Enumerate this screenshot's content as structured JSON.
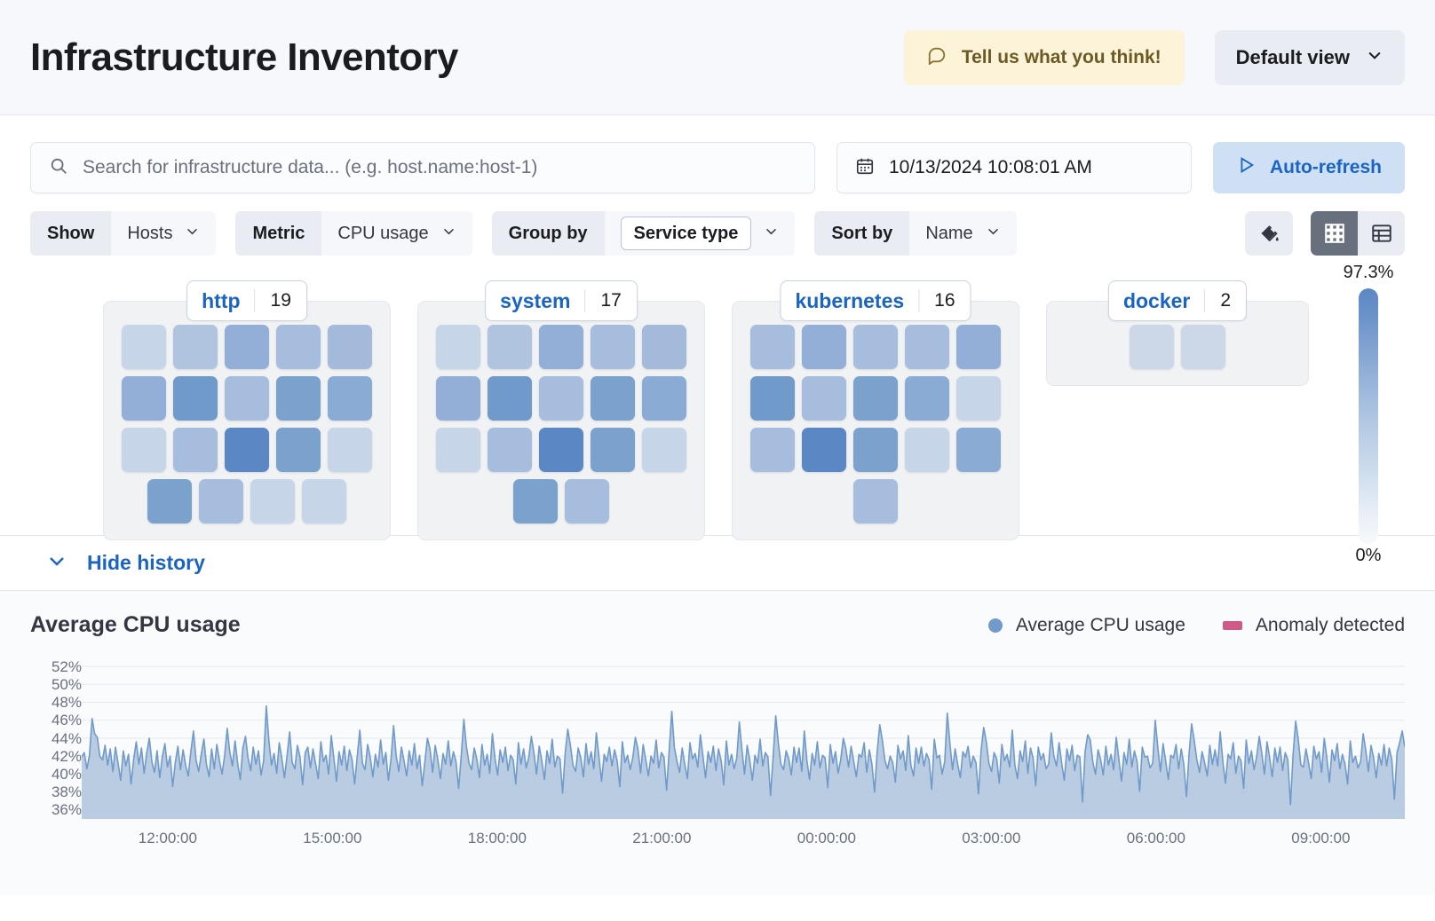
{
  "header": {
    "title": "Infrastructure Inventory",
    "feedback_label": "Tell us what you think!",
    "feedback_icon": "comment-icon",
    "view_label": "Default view",
    "view_icon": "chevron-down-icon"
  },
  "search": {
    "placeholder": "Search for infrastructure data... (e.g. host.name:host-1)",
    "icon": "search-icon"
  },
  "datepicker": {
    "value": "10/13/2024 10:08:01 AM",
    "icon": "calendar-icon"
  },
  "refresh": {
    "label": "Auto-refresh",
    "icon": "play-icon"
  },
  "filters": [
    {
      "label": "Show",
      "value": "Hosts",
      "pill": false,
      "icon": "chevron-down-icon"
    },
    {
      "label": "Metric",
      "value": "CPU usage",
      "pill": false,
      "icon": "chevron-down-icon"
    },
    {
      "label": "Group by",
      "value": "Service type",
      "pill": true,
      "icon": "chevron-down-icon"
    },
    {
      "label": "Sort by",
      "value": "Name",
      "pill": false,
      "icon": "chevron-down-icon"
    }
  ],
  "view_controls": {
    "palette_icon": "paint-bucket-icon",
    "grid_icon": "grid-view-icon",
    "table_icon": "table-view-icon",
    "active": "grid"
  },
  "legend_scale": {
    "max": "97.3%",
    "min": "0%"
  },
  "groups": [
    {
      "name": "http",
      "count": "19",
      "rows": [
        [
          "#c6d5e8",
          "#b0c4e0",
          "#93afd7",
          "#a7bddd",
          "#a3badb"
        ],
        [
          "#93afd7",
          "#6f9ac9",
          "#a7bddd",
          "#7ba2cd",
          "#8aabd3"
        ],
        [
          "#c6d5e8",
          "#a7bddd",
          "#5b87c4",
          "#7ba2cd",
          "#c6d5e8"
        ],
        [
          "#7ba2cd",
          "#a7bddd",
          "#c6d5e8",
          "#c6d5e8"
        ]
      ]
    },
    {
      "name": "system",
      "count": "17",
      "rows": [
        [
          "#c6d5e8",
          "#b0c4e0",
          "#93afd7",
          "#a7bddd",
          "#a3badb"
        ],
        [
          "#93afd7",
          "#6f9ac9",
          "#a7bddd",
          "#7ba2cd",
          "#8aabd3"
        ],
        [
          "#c6d5e8",
          "#a7bddd",
          "#5b87c4",
          "#7ba2cd",
          "#c6d5e8"
        ],
        [
          "#7ba2cd",
          "#a7bddd"
        ]
      ]
    },
    {
      "name": "kubernetes",
      "count": "16",
      "rows": [
        [
          "#a7bddd",
          "#93afd7",
          "#a7bddd",
          "#a7bddd",
          "#93afd7"
        ],
        [
          "#6f9ac9",
          "#a7bddd",
          "#7ba2cd",
          "#8aabd3",
          "#c6d5e8"
        ],
        [
          "#a7bddd",
          "#5b87c4",
          "#7ba2cd",
          "#c6d5e8",
          "#8aabd3"
        ],
        [
          "#a7bddd"
        ]
      ]
    },
    {
      "name": "docker",
      "count": "2",
      "rows": [
        [
          "#ccd8e8",
          "#ccd8e8"
        ]
      ]
    }
  ],
  "history": {
    "toggle_label": "Hide history",
    "toggle_icon": "chevron-down-icon"
  },
  "chart_data": {
    "type": "area",
    "title": "Average CPU usage",
    "xlabel": "",
    "ylabel": "",
    "ylim": [
      35,
      53
    ],
    "grid": true,
    "legend_position": "top-right",
    "legend": [
      {
        "name": "Average CPU usage",
        "color": "#6f9ac9",
        "marker": "dot"
      },
      {
        "name": "Anomaly detected",
        "color": "#d05a87",
        "marker": "rect"
      }
    ],
    "yticks": [
      "52%",
      "50%",
      "48%",
      "46%",
      "44%",
      "42%",
      "40%",
      "38%",
      "36%"
    ],
    "ytick_values": [
      52,
      50,
      48,
      46,
      44,
      42,
      40,
      38,
      36
    ],
    "xticks": [
      "12:00:00",
      "15:00:00",
      "18:00:00",
      "21:00:00",
      "00:00:00",
      "03:00:00",
      "06:00:00",
      "09:00:00"
    ],
    "series": [
      {
        "name": "Average CPU usage",
        "color": "#6f9ac9",
        "values": [
          41.9,
          42.4,
          40.6,
          42.1,
          46.2,
          44.5,
          44.1,
          42.0,
          41.6,
          43.2,
          41.0,
          42.8,
          40.3,
          43.0,
          41.2,
          39.3,
          42.6,
          40.9,
          42.2,
          38.9,
          41.7,
          43.6,
          41.1,
          42.9,
          40.1,
          42.3,
          44.0,
          41.4,
          40.2,
          42.6,
          39.6,
          41.9,
          43.4,
          40.8,
          42.0,
          38.6,
          41.3,
          43.1,
          40.5,
          42.7,
          41.0,
          39.8,
          42.5,
          44.8,
          41.6,
          40.3,
          42.2,
          43.9,
          41.1,
          39.7,
          42.8,
          40.6,
          43.3,
          41.5,
          40.0,
          42.1,
          45.1,
          42.4,
          40.9,
          43.7,
          41.2,
          39.4,
          42.9,
          44.2,
          41.8,
          40.4,
          43.0,
          41.1,
          42.6,
          39.9,
          41.5,
          47.6,
          43.8,
          41.0,
          42.3,
          40.1,
          43.5,
          41.7,
          39.6,
          42.0,
          44.7,
          41.3,
          40.6,
          43.2,
          41.9,
          38.8,
          42.4,
          43.0,
          40.7,
          42.8,
          41.1,
          39.5,
          43.6,
          41.4,
          42.1,
          40.0,
          44.3,
          41.8,
          39.2,
          42.5,
          41.0,
          43.1,
          40.4,
          42.7,
          41.6,
          38.9,
          42.0,
          44.9,
          41.2,
          40.5,
          43.3,
          41.9,
          39.7,
          42.2,
          40.8,
          43.8,
          41.1,
          42.4,
          39.3,
          41.7,
          45.4,
          42.0,
          40.3,
          43.0,
          41.5,
          39.8,
          42.6,
          41.0,
          43.4,
          40.6,
          42.1,
          38.7,
          41.3,
          44.0,
          42.8,
          40.2,
          43.2,
          41.6,
          39.5,
          42.3,
          41.1,
          43.7,
          40.9,
          42.5,
          41.4,
          38.4,
          42.0,
          46.1,
          43.1,
          41.2,
          40.5,
          42.9,
          41.7,
          39.6,
          43.3,
          41.0,
          42.2,
          40.1,
          44.5,
          41.8,
          39.9,
          42.7,
          41.3,
          43.0,
          40.4,
          42.1,
          41.6,
          38.9,
          43.5,
          41.1,
          42.8,
          40.7,
          41.9,
          44.2,
          42.3,
          40.0,
          43.1,
          41.5,
          39.4,
          42.6,
          41.2,
          43.9,
          40.8,
          42.0,
          41.7,
          37.9,
          42.4,
          45.0,
          43.2,
          41.0,
          40.3,
          42.9,
          41.8,
          39.7,
          43.4,
          41.1,
          42.5,
          40.6,
          44.6,
          41.9,
          39.2,
          42.2,
          41.4,
          43.0,
          40.9,
          42.7,
          41.5,
          38.6,
          43.6,
          41.3,
          42.1,
          40.5,
          41.8,
          44.1,
          42.8,
          40.1,
          43.3,
          41.6,
          39.8,
          42.0,
          41.2,
          43.8,
          40.7,
          42.4,
          41.9,
          38.2,
          42.6,
          47.0,
          43.0,
          41.4,
          40.2,
          42.9,
          41.1,
          39.5,
          43.5,
          41.7,
          42.3,
          40.8,
          44.4,
          42.0,
          39.6,
          42.5,
          41.3,
          43.1,
          40.4,
          42.8,
          41.5,
          38.8,
          43.7,
          41.0,
          42.2,
          40.6,
          41.8,
          45.8,
          42.7,
          40.0,
          43.2,
          41.6,
          39.3,
          42.1,
          41.2,
          43.9,
          40.9,
          42.4,
          41.9,
          37.6,
          42.0,
          46.5,
          43.4,
          41.1,
          40.5,
          42.6,
          41.7,
          39.9,
          43.0,
          41.3,
          42.9,
          40.3,
          44.8,
          41.5,
          39.4,
          42.3,
          41.0,
          43.6,
          40.7,
          42.1,
          41.8,
          38.5,
          43.3,
          41.2,
          42.5,
          40.1,
          41.6,
          44.0,
          42.8,
          40.8,
          43.1,
          41.4,
          39.7,
          42.2,
          41.9,
          43.5,
          40.2,
          42.7,
          41.1,
          38.0,
          42.4,
          45.5,
          43.8,
          41.5,
          40.6,
          42.0,
          41.3,
          39.1,
          43.2,
          41.7,
          42.6,
          40.4,
          44.3,
          41.0,
          39.8,
          42.9,
          41.2,
          43.0,
          40.9,
          42.3,
          41.6,
          38.3,
          43.9,
          41.8,
          42.1,
          40.0,
          41.4,
          46.8,
          43.4,
          40.5,
          42.8,
          41.1,
          39.6,
          42.5,
          41.9,
          43.1,
          40.7,
          42.0,
          41.3,
          37.8,
          42.7,
          45.2,
          43.6,
          41.2,
          40.3,
          42.4,
          41.7,
          39.0,
          43.3,
          41.5,
          42.2,
          40.8,
          44.9,
          41.0,
          39.5,
          42.6,
          41.4,
          43.7,
          40.1,
          42.9,
          41.8,
          38.7,
          43.0,
          41.6,
          42.3,
          40.6,
          41.1,
          44.6,
          42.0,
          40.9,
          43.5,
          41.2,
          39.3,
          42.8,
          41.5,
          43.2,
          40.4,
          42.1,
          41.9,
          36.9,
          42.5,
          44.4,
          43.8,
          41.3,
          40.0,
          42.7,
          41.6,
          39.9,
          43.1,
          41.0,
          42.2,
          40.5,
          44.1,
          41.7,
          39.2,
          42.4,
          41.1,
          43.9,
          40.8,
          42.6,
          41.4,
          38.1,
          43.0,
          41.9,
          42.0,
          40.7,
          41.2,
          46.0,
          42.9,
          40.3,
          43.4,
          41.5,
          39.4,
          42.1,
          41.8,
          43.3,
          40.6,
          42.8,
          41.0,
          37.5,
          42.3,
          45.6,
          43.7,
          41.6,
          40.2,
          42.5,
          41.3,
          39.8,
          43.2,
          41.1,
          42.7,
          40.9,
          44.7,
          41.4,
          39.0,
          42.2,
          41.7,
          43.5,
          40.1,
          42.0,
          41.5,
          38.4,
          43.8,
          41.2,
          42.6,
          40.5,
          41.9,
          44.2,
          42.3,
          40.0,
          43.6,
          41.8,
          39.7,
          42.9,
          41.3,
          43.0,
          40.4,
          42.4,
          41.6,
          36.6,
          42.1,
          45.9,
          43.9,
          41.0,
          40.8,
          42.8,
          41.2,
          39.5,
          43.1,
          41.7,
          42.5,
          40.2,
          44.0,
          41.9,
          39.1,
          42.7,
          41.5,
          43.4,
          40.6,
          42.2,
          41.1,
          38.9,
          43.7,
          41.3,
          42.0,
          40.7,
          41.4,
          44.5,
          42.6,
          40.3,
          43.2,
          41.8,
          39.6,
          42.3,
          41.0,
          43.3,
          40.9,
          42.9,
          41.6,
          37.2,
          42.4,
          43.5,
          44.8,
          43.0
        ]
      }
    ]
  }
}
